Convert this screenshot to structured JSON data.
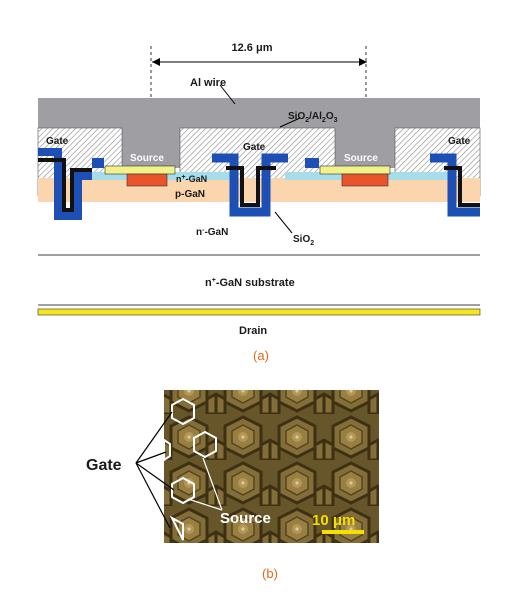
{
  "figure_a": {
    "dimension_label": "12.6 μm",
    "al_wire": "Al wire",
    "sio2_al2o3": {
      "base": "SiO",
      "sub1": "2",
      "sep": "/Al",
      "sub2": "2",
      "end": "O",
      "sub3": "3"
    },
    "gate_left": "Gate",
    "gate_mid": "Gate",
    "gate_right": "Gate",
    "source_left": "Source",
    "source_right": "Source",
    "n_plus_gan": {
      "base": "n",
      "sup": "+",
      "end": "-GaN"
    },
    "p_gan": "p-GaN",
    "n_minus_gan": {
      "base": "n",
      "sup": "-",
      "end": "-GaN"
    },
    "sio2": {
      "base": "SiO",
      "sub": "2"
    },
    "substrate": {
      "base": "n",
      "sup": "+",
      "end": "-GaN substrate"
    },
    "drain": "Drain",
    "caption": "(a)"
  },
  "figure_b": {
    "gate_label": "Gate",
    "source_label": "Source",
    "scale_label": "10 μm",
    "caption": "(b)"
  },
  "colors": {
    "al_wire": "#9e9ea3",
    "gate_hatch": "#ffffff",
    "sio2_blue": "#1e4fb5",
    "p_gan": "#fbd5ae",
    "n_plus": "#a7dcea",
    "source_metal": "#f3f28a",
    "red_region": "#e8542c",
    "drain_yellow": "#f5e71b",
    "caption_orange": "#e06a1a",
    "micrograph_bg": "#6b5a2c",
    "scale_bar": "#f3e000"
  }
}
